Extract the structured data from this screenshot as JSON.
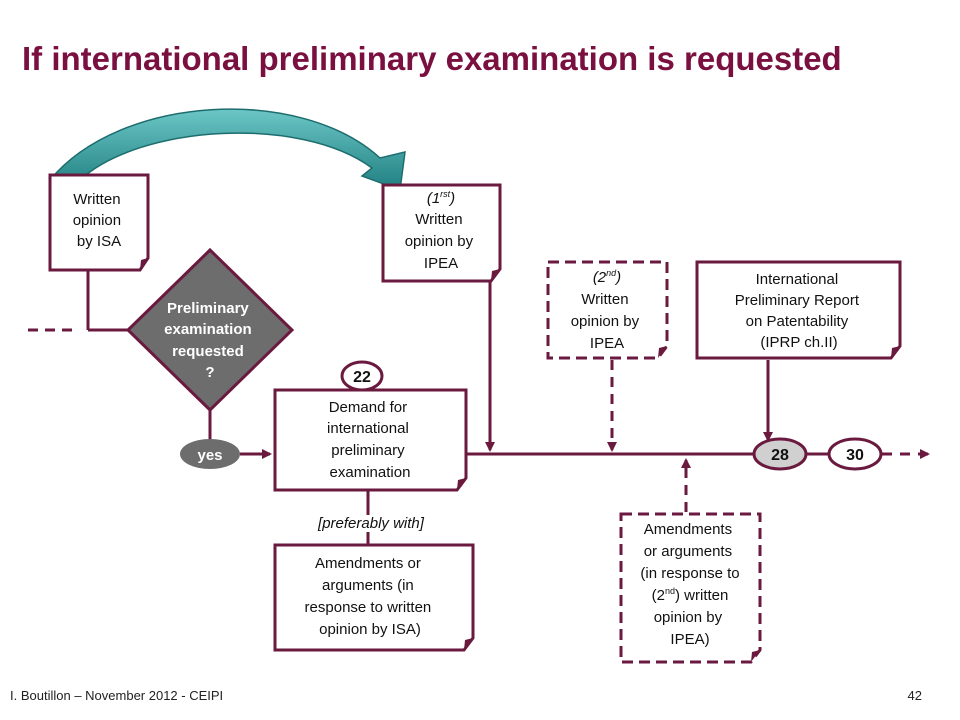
{
  "title": "If international preliminary examination is requested",
  "boxes": {
    "written_opinion_isa": [
      "Written",
      "opinion",
      "by ISA"
    ],
    "first_wo_ipea": {
      "label_open": "(1",
      "label_sup": "rst",
      "label_close": ")",
      "lines": [
        "Written",
        "opinion by",
        "IPEA"
      ]
    },
    "second_wo_ipea": {
      "label_open": "(2",
      "label_sup": "nd",
      "label_close": ")",
      "lines": [
        "Written",
        "opinion by",
        "IPEA"
      ]
    },
    "iprp": [
      "International",
      "Preliminary Report",
      "on Patentability",
      "(IPRP ch.II)"
    ],
    "demand": [
      "Demand for",
      "international",
      "preliminary",
      "examination"
    ],
    "amendments_isa": [
      "Amendments or",
      "arguments (in",
      "response to written",
      "opinion by ISA)"
    ],
    "amendments_ipea": {
      "lines_before": [
        "Amendments",
        "or arguments",
        "(in response to"
      ],
      "num_open": "(2",
      "num_sup": "nd",
      "num_close": ") written",
      "lines_after": [
        "opinion by",
        "IPEA)"
      ]
    }
  },
  "decision": [
    "Preliminary",
    "examination",
    "requested",
    "?"
  ],
  "yes_label": "yes",
  "months": {
    "m22": "22",
    "m28": "28",
    "m30": "30"
  },
  "preferably_with": "[preferably with]",
  "footer": {
    "left": "I. Boutillon – November 2012 - CEIPI",
    "right": "42"
  },
  "colors": {
    "title": "#7a1040",
    "line": "#6b1a3f",
    "decision_fill": "#6d6d6d",
    "arrow_teal": "#2f8f90"
  }
}
